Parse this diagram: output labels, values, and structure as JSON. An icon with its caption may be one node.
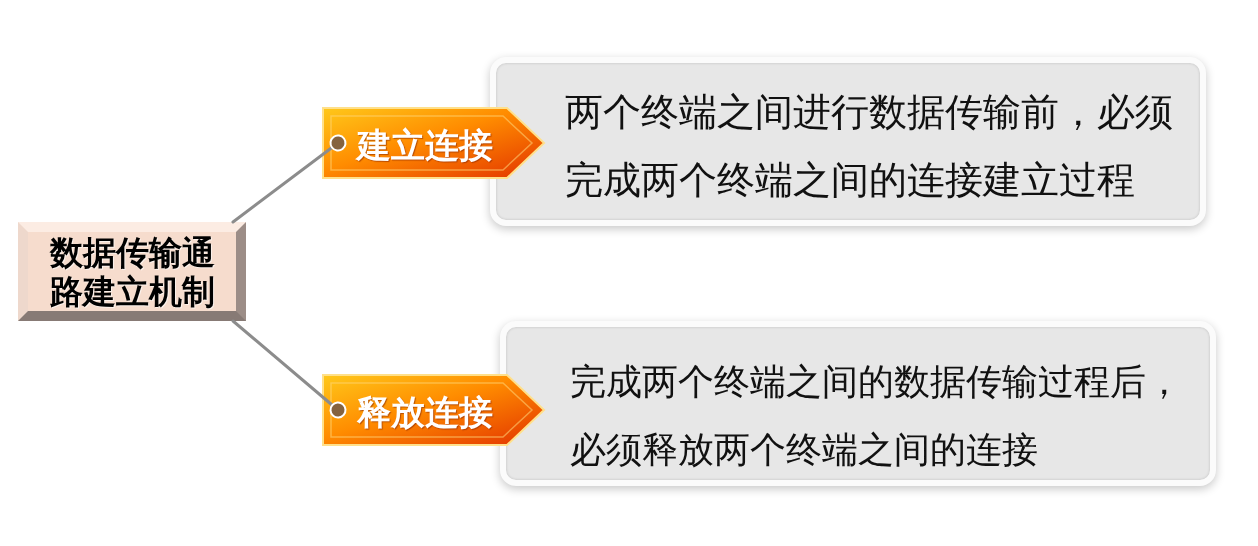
{
  "diagram": {
    "nodes": [
      {
        "text": [
          "数据传输通路建立机制"
        ]
      },
      {
        "text": [
          "建立连接"
        ]
      },
      {
        "text": [
          "两个终端之间进行数据传输前，必须完成两个终端之间的连接建立过程"
        ]
      },
      {
        "text": [
          "释放连接"
        ]
      },
      {
        "text": [
          "完成两个终端之间的数据传输过程后，必须释放两个终端之间的连接"
        ]
      }
    ],
    "edges": [
      {
        "from": 0,
        "to": 1,
        "arrow": "other"
      },
      {
        "from": 0,
        "to": 3,
        "arrow": "other"
      }
    ]
  }
}
